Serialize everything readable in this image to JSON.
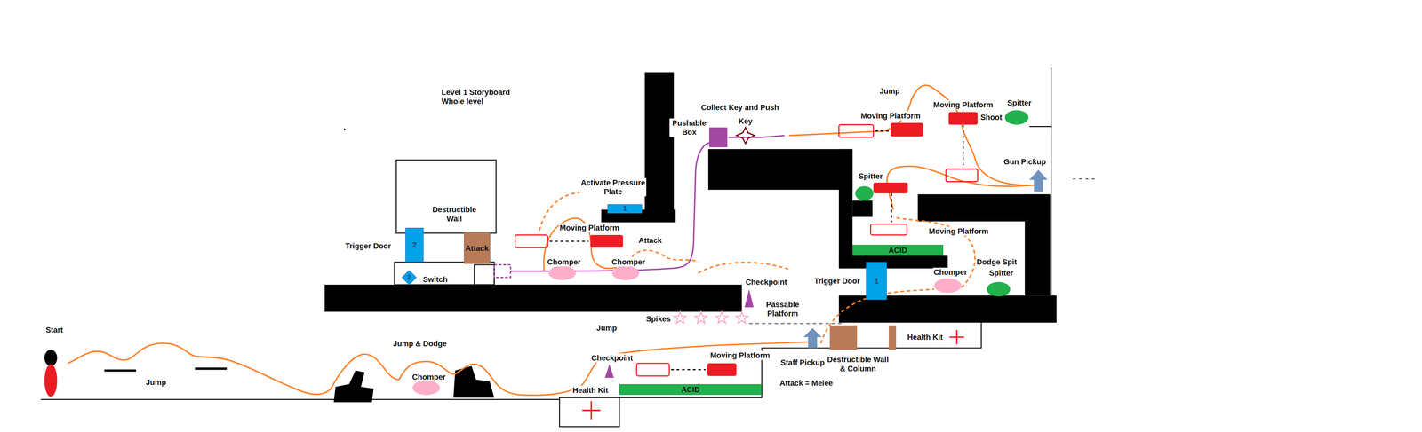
{
  "diagram": {
    "title": "Level 1 Storyboard Whole level",
    "nodes": [
      {
        "text": [
          "2"
        ]
      },
      {
        "text": [
          "Attack"
        ]
      },
      {
        "text": [
          "2"
        ]
      },
      {
        "text": [
          "1"
        ]
      },
      {
        "text": [
          "ACID"
        ]
      },
      {
        "text": [
          "1"
        ]
      },
      {
        "text": [
          "ACID"
        ]
      }
    ],
    "labels": [
      "Start",
      "Jump",
      "Jump & Dodge",
      "Chomper",
      "Checkpoint",
      "Moving Platform",
      "Health Kit",
      "Jump",
      "Spikes",
      "Checkpoint",
      "Passable Platform",
      "Staff Pickup",
      "Attack = Melee",
      "Destructible Wall & Column",
      "Health Kit",
      "Trigger Door",
      "Chomper",
      "Dodge Spit",
      "Spitter",
      "Moving Platform",
      "Spitter",
      "Gun Pickup",
      "Moving Platform",
      "Moving Platform",
      "Spitter",
      "Shoot",
      "Jump",
      "Collect Key and Push",
      "Key",
      "Pushable Box",
      "Activate Pressure Plate",
      "Moving Platform",
      "Attack",
      "Chomper",
      "Chomper",
      "Destructible Wall",
      "Trigger Door",
      "Switch"
    ]
  }
}
